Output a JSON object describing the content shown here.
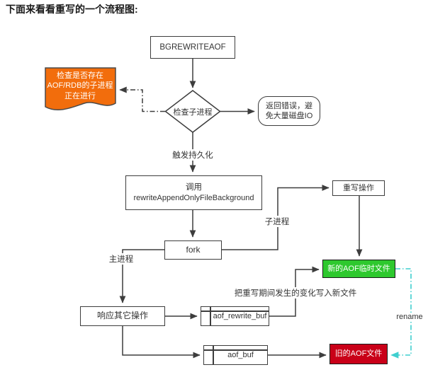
{
  "page": {
    "heading": "下面来看看重写的一个流程图:"
  },
  "colors": {
    "orange_note": "#f26d0c",
    "green_new_file": "#2ec82e",
    "red_old_file": "#c90018",
    "cyan_rename": "#3fcfcf",
    "wire": "#3d3d3d",
    "text": "#333333"
  },
  "nodes": {
    "start": {
      "label": "BGREWRITEAOF"
    },
    "note": {
      "line1": "检查是否存在",
      "line2": "AOF/RDB的子进程",
      "line3": "正在进行"
    },
    "decision": {
      "label": "检查子进程"
    },
    "return_error": {
      "line1": "返回错误，避",
      "line2": "免大量磁盘IO"
    },
    "call": {
      "line1": "调用",
      "line2": "rewriteAppendOnlyFileBackground"
    },
    "fork": {
      "label": "fork"
    },
    "rewrite_op": {
      "label": "重写操作"
    },
    "new_aof": {
      "label": "新的AOF临时文件"
    },
    "respond": {
      "label": "响应其它操作"
    },
    "aof_rewrite_buf": {
      "label": "aof_rewrite_buf"
    },
    "aof_buf": {
      "label": "aof_buf"
    },
    "old_aof": {
      "label": "旧的AOF文件"
    }
  },
  "edge_labels": {
    "trigger": "触发持久化",
    "main_process": "主进程",
    "child_process": "子进程",
    "write_changes": "把重写期间发生的变化写入新文件",
    "rename": "rename"
  }
}
